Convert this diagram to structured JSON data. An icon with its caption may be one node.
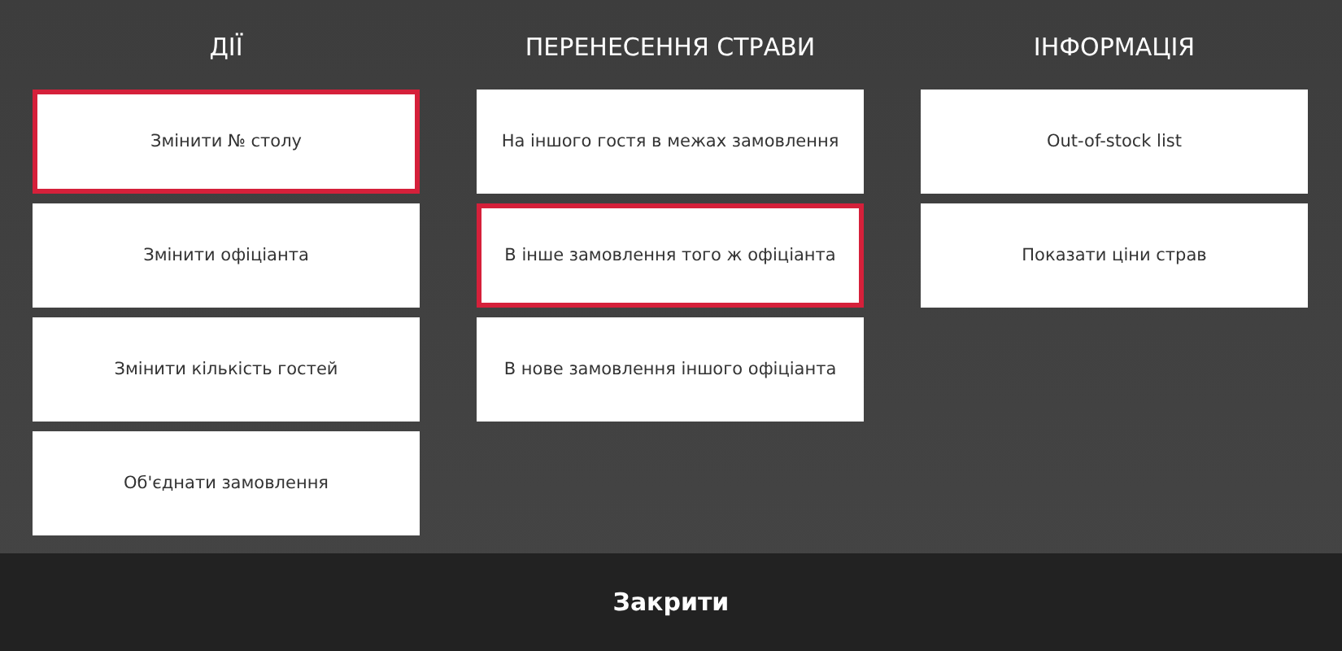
{
  "diagram": {
    "nodes": [
      {
        "text": [
          "Змінити № столу"
        ]
      },
      {
        "text": [
          "Змінити офіціанта"
        ]
      },
      {
        "text": [
          "Змінити кількість гостей"
        ]
      },
      {
        "text": [
          "Об'єднати замовлення"
        ]
      },
      {
        "text": [
          "На іншого гостя в межах замовлення"
        ]
      },
      {
        "text": [
          "В інше замовлення того ж офіціанта"
        ]
      },
      {
        "text": [
          "В нове замовлення іншого офіціанта"
        ]
      },
      {
        "text": [
          "Out-of-stock list"
        ]
      },
      {
        "text": [
          "Показати ціни страв"
        ]
      },
      {
        "text": [
          "Закрити"
        ]
      }
    ],
    "labels": [
      "ДІЇ",
      "ПЕРЕНЕСЕННЯ СТРАВИ",
      "ІНФОРМАЦІЯ"
    ]
  }
}
